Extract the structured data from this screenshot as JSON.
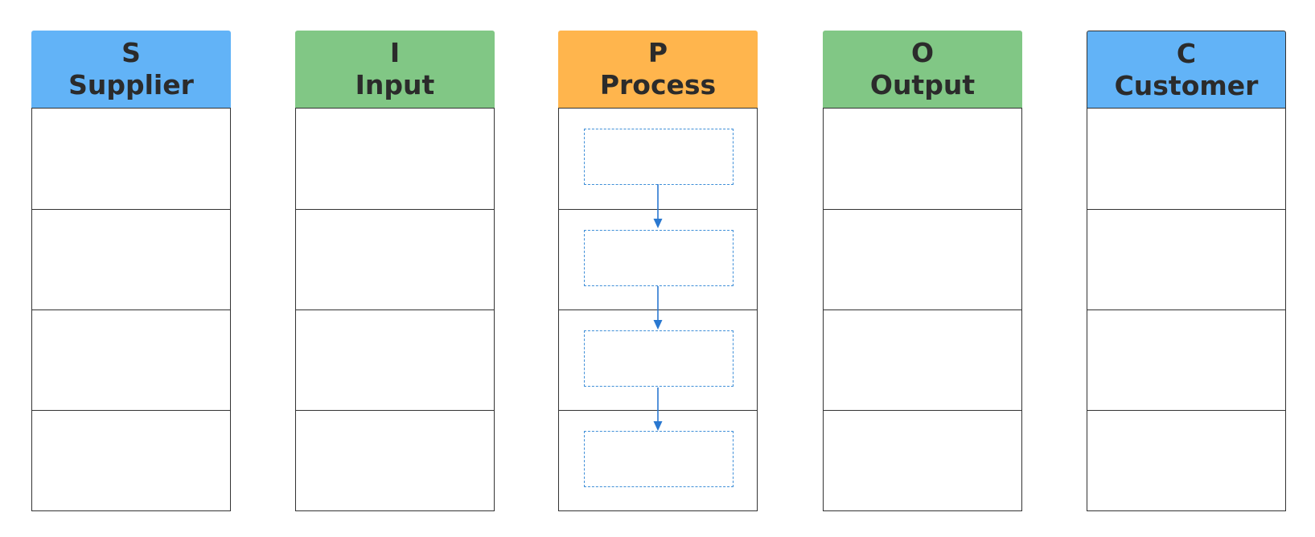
{
  "colors": {
    "supplier_header": "#62b3f7",
    "input_header": "#81c785",
    "process_header": "#ffb54d",
    "output_header": "#81c785",
    "customer_header": "#62b3f7",
    "border": "#333333",
    "process_arrow": "#2a78d0",
    "process_box_border": "#3f8fd8",
    "header_text": "#2b2b2b"
  },
  "columns": [
    {
      "id": "supplier",
      "letter": "S",
      "word": "Supplier"
    },
    {
      "id": "input",
      "letter": "I",
      "word": "Input"
    },
    {
      "id": "process",
      "letter": "P",
      "word": "Process"
    },
    {
      "id": "output",
      "letter": "O",
      "word": "Output"
    },
    {
      "id": "customer",
      "letter": "C",
      "word": "Customer"
    }
  ]
}
